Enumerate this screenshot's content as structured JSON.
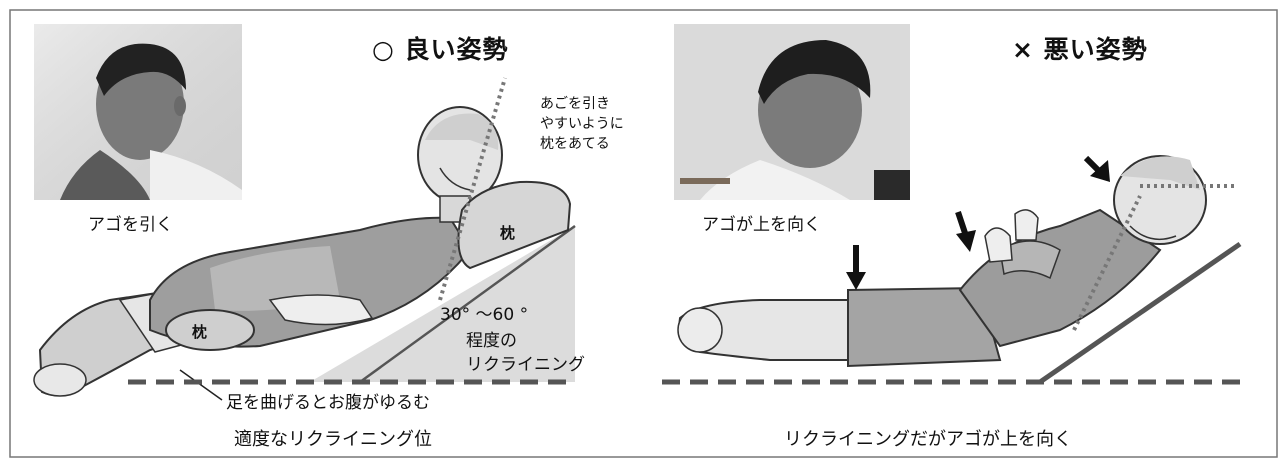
{
  "left_panel": {
    "title": "○ 良い姿勢",
    "photo_caption": "アゴを引く",
    "callout_pillow_note": "あごを引き\nやすいように\n枕をあてる",
    "pillow_label_head": "枕",
    "pillow_label_knee": "枕",
    "angle_label": "30° ～60 °",
    "recline_label_line1": "程度の",
    "recline_label_line2": "リクライニング",
    "leg_note": "足を曲げるとお腹がゆるむ",
    "caption": "適度なリクライニング位"
  },
  "right_panel": {
    "title": "× 悪い姿勢",
    "photo_caption": "アゴが上を向く",
    "caption": "リクライニングだがアゴが上を向く"
  }
}
